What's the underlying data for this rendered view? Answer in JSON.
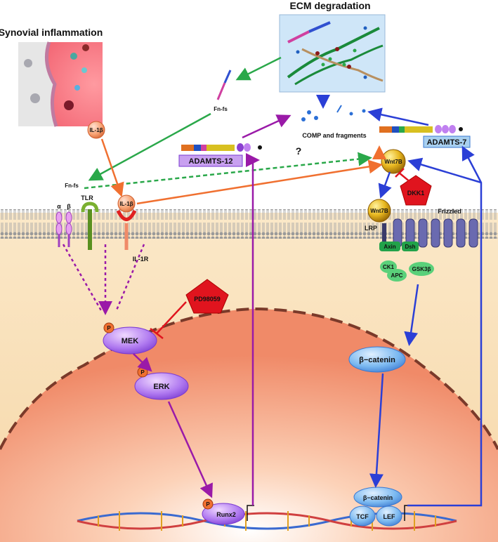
{
  "titles": {
    "ecm": "ECM degradation",
    "synovial": "Synovial inflammation"
  },
  "labels": {
    "fnfs_top": "Fn-fs",
    "fnfs_left": "Fn-fs",
    "il1b_synovium": "IL-1β",
    "il1b_receptor": "IL-1β",
    "comp": "COMP and fragments",
    "question": "?",
    "adamts12": "ADAMTS-12",
    "adamts7": "ADAMTS-7",
    "wnt7b_free": "Wnt7B",
    "wnt7b_bound": "Wnt7B",
    "dkk1": "DKK1",
    "lrp": "LRP",
    "frizzled": "Frizzled",
    "alpha": "α",
    "beta": "β",
    "tlr": "TLR",
    "il1r": "IL-1R",
    "axin": "Axin",
    "dsh": "Dsh",
    "ck1": "CK1",
    "apc": "APC",
    "gsk3b": "GSK3β",
    "pd98059": "PD98059",
    "mek": "MEK",
    "erk": "ERK",
    "p": "P",
    "bcatenin_cyto": "β−catenin",
    "bcatenin_nuc": "β−catenin",
    "runx2": "Runx2",
    "tcf": "TCF",
    "lef": "LEF"
  },
  "colors": {
    "green_arrow": "#2aa84a",
    "orange_arrow": "#f07030",
    "blue_arrow": "#2b3fd6",
    "purple_arrow": "#9a1aa8",
    "inhibit_red": "#e0141e",
    "ecm_box": "#cfe6f8",
    "adamts_label_bg": "#c8a0f0",
    "adamts7_label_bg": "#a8d0f0",
    "wnt_gold": "#d8a820",
    "membrane": "#c9c9c9",
    "nucleus": "#f6a58a"
  }
}
